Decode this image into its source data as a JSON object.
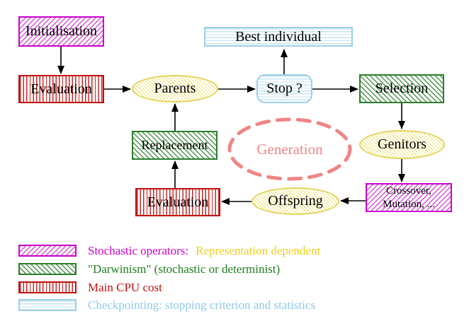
{
  "colors": {
    "magenta": "#cc00cc",
    "magenta_hatch": "#d453d4",
    "red": "#bf1111",
    "red_stripe": "#cc2929",
    "green": "#2c7d2c",
    "green_hatch": "#4a934a",
    "yellow": "#e3d45e",
    "yellow_hatch": "#f0e78c",
    "cyan": "#9ecfe5",
    "cyan_stripe": "#c3e5f2",
    "salmon": "#ef8585",
    "arrow": "#000000",
    "legend_magenta": "#cc00cc",
    "legend_yellow": "#e9cf1e",
    "legend_green": "#1e7d1e",
    "legend_red": "#bf1111",
    "legend_cyan": "#90cae8"
  },
  "nodes": {
    "initialisation": {
      "label": "Initialisation"
    },
    "evaluation_top": {
      "label": "Evaluation"
    },
    "parents": {
      "label": "Parents"
    },
    "best_individual": {
      "label": "Best individual"
    },
    "stop": {
      "label": "Stop ?"
    },
    "selection": {
      "label": "Selection"
    },
    "replacement": {
      "label": "Replacement"
    },
    "generation": {
      "label": "Generation"
    },
    "genitors": {
      "label": "Genitors"
    },
    "crossover": {
      "line1": "Crossover,",
      "line2": "Mutation, ..."
    },
    "evaluation_bottom": {
      "label": "Evaluation"
    },
    "offspring": {
      "label": "Offspring"
    }
  },
  "legend": {
    "items": [
      {
        "label": "Stochastic operators:",
        "label2": "Representation dependent"
      },
      {
        "label": "\"Darwinism\" (stochastic or determinist)"
      },
      {
        "label": "Main CPU cost"
      },
      {
        "label": "Checkpointing: stopping criterion and statistics"
      }
    ]
  }
}
